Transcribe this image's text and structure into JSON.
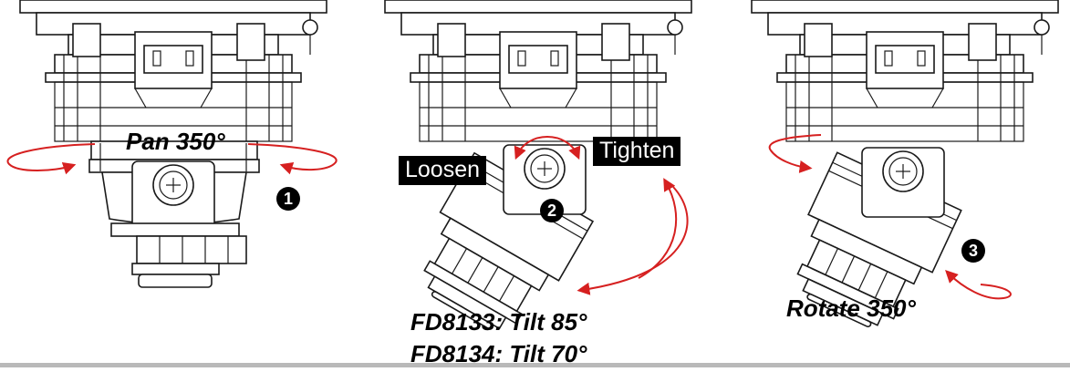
{
  "panels": [
    {
      "label": "Pan 350°",
      "step": "1"
    },
    {
      "step": "2",
      "loosen": "Loosen",
      "tighten": "Tighten",
      "tilt_lines": [
        "FD8133: Tilt 85°",
        "FD8134: Tilt 70°"
      ]
    },
    {
      "label": "Rotate 350°",
      "step": "3"
    }
  ],
  "colors": {
    "arrow": "#d62020",
    "line": "#1a1a1a",
    "tag_bg": "#000000"
  }
}
